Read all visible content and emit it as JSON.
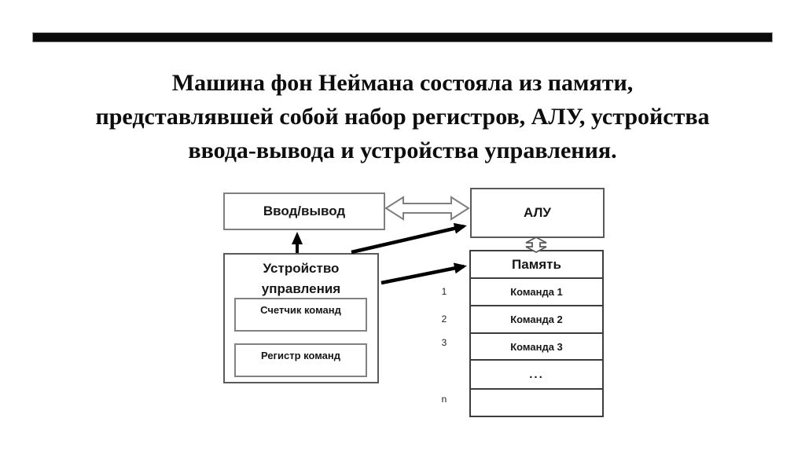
{
  "slide": {
    "title_lines": [
      "Машина фон Неймана состояла из памяти,",
      "представлявшей собой набор регистров, АЛУ, устройства",
      "ввода-вывода и устройства управления."
    ]
  },
  "diagram": {
    "io_label": "Ввод/вывод",
    "alu_label": "АЛУ",
    "control_unit": {
      "label_line1": "Устройство",
      "label_line2": "управления",
      "counter_label": "Счетчик команд",
      "register_label": "Регистр команд"
    },
    "memory": {
      "header": "Память",
      "rows": [
        {
          "num": "1",
          "label": "Команда 1"
        },
        {
          "num": "2",
          "label": "Команда 2"
        },
        {
          "num": "3",
          "label": "Команда 3"
        },
        {
          "num": "",
          "label": "..."
        },
        {
          "num": "n",
          "label": ""
        }
      ]
    },
    "colors": {
      "black_arrow": "#000000",
      "hollow_arrow_outline": "#7f7f7f",
      "top_bar": "#0a0a0a"
    }
  }
}
